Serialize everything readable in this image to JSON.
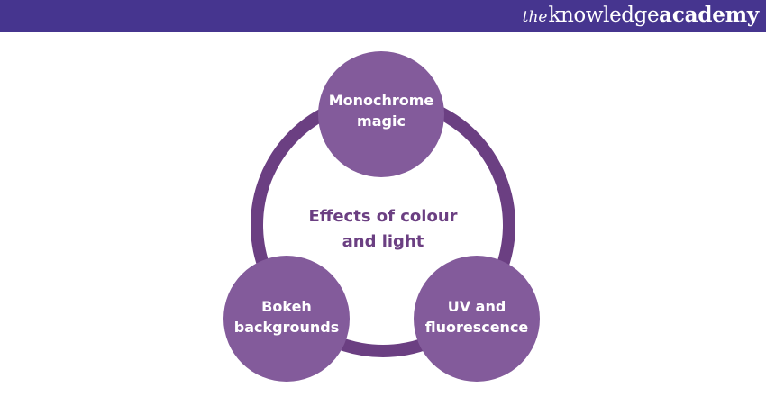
{
  "brand": {
    "prefix": "the",
    "name_regular": "knowledge",
    "name_bold": "academy"
  },
  "diagram": {
    "center": {
      "line1": "Effects of colour",
      "line2": "and light"
    },
    "nodes": [
      {
        "line1": "Monochrome",
        "line2": "magic"
      },
      {
        "line1": "Bokeh",
        "line2": "backgrounds"
      },
      {
        "line1": "UV and",
        "line2": "fluorescence"
      }
    ]
  },
  "colors": {
    "header_bg": "#46358f",
    "ring": "#6b3f82",
    "node_fill": "#835b9b",
    "center_text": "#6b3f82",
    "node_text": "#ffffff"
  }
}
